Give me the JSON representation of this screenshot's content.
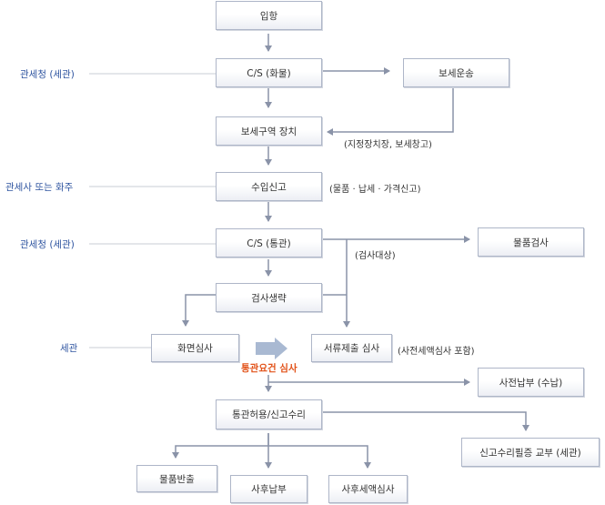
{
  "roles": {
    "customs_office_1": "관세청 (세관)",
    "broker_or_owner": "관세사 또는 화주",
    "customs_office_2": "관세청 (세관)",
    "customs": "세관"
  },
  "nodes": {
    "arrival": "입항",
    "cs_cargo": "C/S (화물)",
    "bonded_transport": "보세운송",
    "bonded_storage": "보세구역 장치",
    "import_declaration": "수입신고",
    "cs_customs": "C/S (통관)",
    "goods_inspection": "물품검사",
    "inspection_omitted": "검사생략",
    "screen_review": "화면심사",
    "document_review": "서류제출 심사",
    "prepayment": "사전납부 (수납)",
    "clearance_acceptance": "통관허용/신고수리",
    "certificate_issue": "신고수리필증 교부 (세관)",
    "goods_release": "물품반출",
    "post_payment": "사후납부",
    "post_audit": "사후세액심사"
  },
  "notes": {
    "designated_storage": "(지정장치장, 보세창고)",
    "declaration_detail": "(물품 · 납세 · 가격신고)",
    "inspection_target": "(검사대상)",
    "prior_tax_review": "(사전세액심사 포함)"
  },
  "labels": {
    "clearance_requirements_review": "통관요건 심사"
  },
  "colors": {
    "box_border": "#aeb6c8",
    "connector": "#8a93a8",
    "role_text": "#2f55a0",
    "emphasis_text": "#e2531a",
    "block_arrow": "#a9b9d2"
  }
}
